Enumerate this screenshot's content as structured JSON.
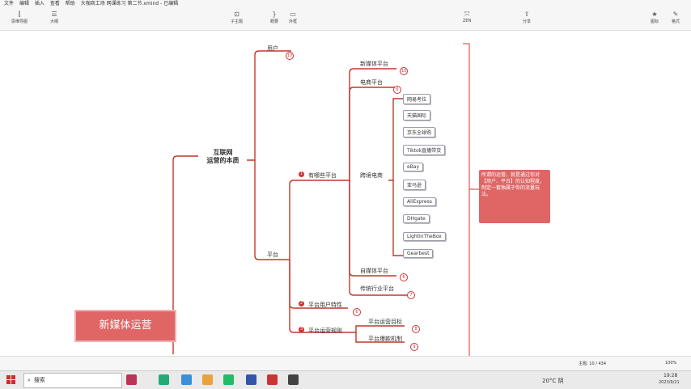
{
  "menu": [
    "文件",
    "编辑",
    "插入",
    "查看",
    "帮助"
  ],
  "window_title": "大咖商工场 网课练习 第二节.xmind - 已编辑",
  "toolbar": {
    "left": [
      {
        "label": "思维导图",
        "icon": "layout-icon"
      },
      {
        "label": "大纲",
        "icon": "outline-icon"
      }
    ],
    "middle": [
      {
        "label": "子主题",
        "icon": "subtopic-icon"
      },
      {
        "label": "概要",
        "icon": "summary-icon"
      },
      {
        "label": "外框",
        "icon": "boundary-icon"
      }
    ],
    "right": [
      {
        "label": "ZEN",
        "icon": "zen-icon"
      },
      {
        "label": "分享",
        "icon": "share-icon"
      },
      {
        "label": "图标",
        "icon": "star-icon"
      },
      {
        "label": "格式",
        "icon": "format-icon"
      }
    ]
  },
  "mindmap": {
    "root": "新媒体运营",
    "essence": "互联网\n运营的本质",
    "user": "用户",
    "platform": "平台",
    "which_platforms": "有哪些平台",
    "new_media": "新媒体平台",
    "ecommerce": "电商平台",
    "cross_border": "跨境电商",
    "self_media": "自媒体平台",
    "traditional": "传统行业平台",
    "platform_user_traits": "平台用户特性",
    "platform_rules": "平台运营规则",
    "platform_goal": "平台运营目标",
    "platform_mechanism": "平台爆款机制",
    "cb_items": [
      "网易考拉",
      "天猫国际",
      "京东全球购",
      "Tiktok直播带货",
      "eBay",
      "亚马逊",
      "AliExpress",
      "DHgate",
      "LightInTheBox",
      "Gearbest"
    ],
    "note": "所谓的运营，就是通过你对【用户、平台】的认知程度，制定一套独属于你的流量玩法。",
    "badges": {
      "user": "10",
      "new_media": "10",
      "ecommerce": "6",
      "self_media": "6",
      "traditional": "7",
      "traits": "6",
      "goal": "8",
      "mechanism": "9"
    },
    "numbers": {
      "which": "1",
      "traits": "2",
      "rules": "3"
    }
  },
  "status": {
    "topics": "主题: 10 / 434",
    "zoom": "100%"
  },
  "taskbar": {
    "search": "搜索",
    "weather": "20°C 阴",
    "time": "19:28",
    "date": "2023/9/21"
  }
}
